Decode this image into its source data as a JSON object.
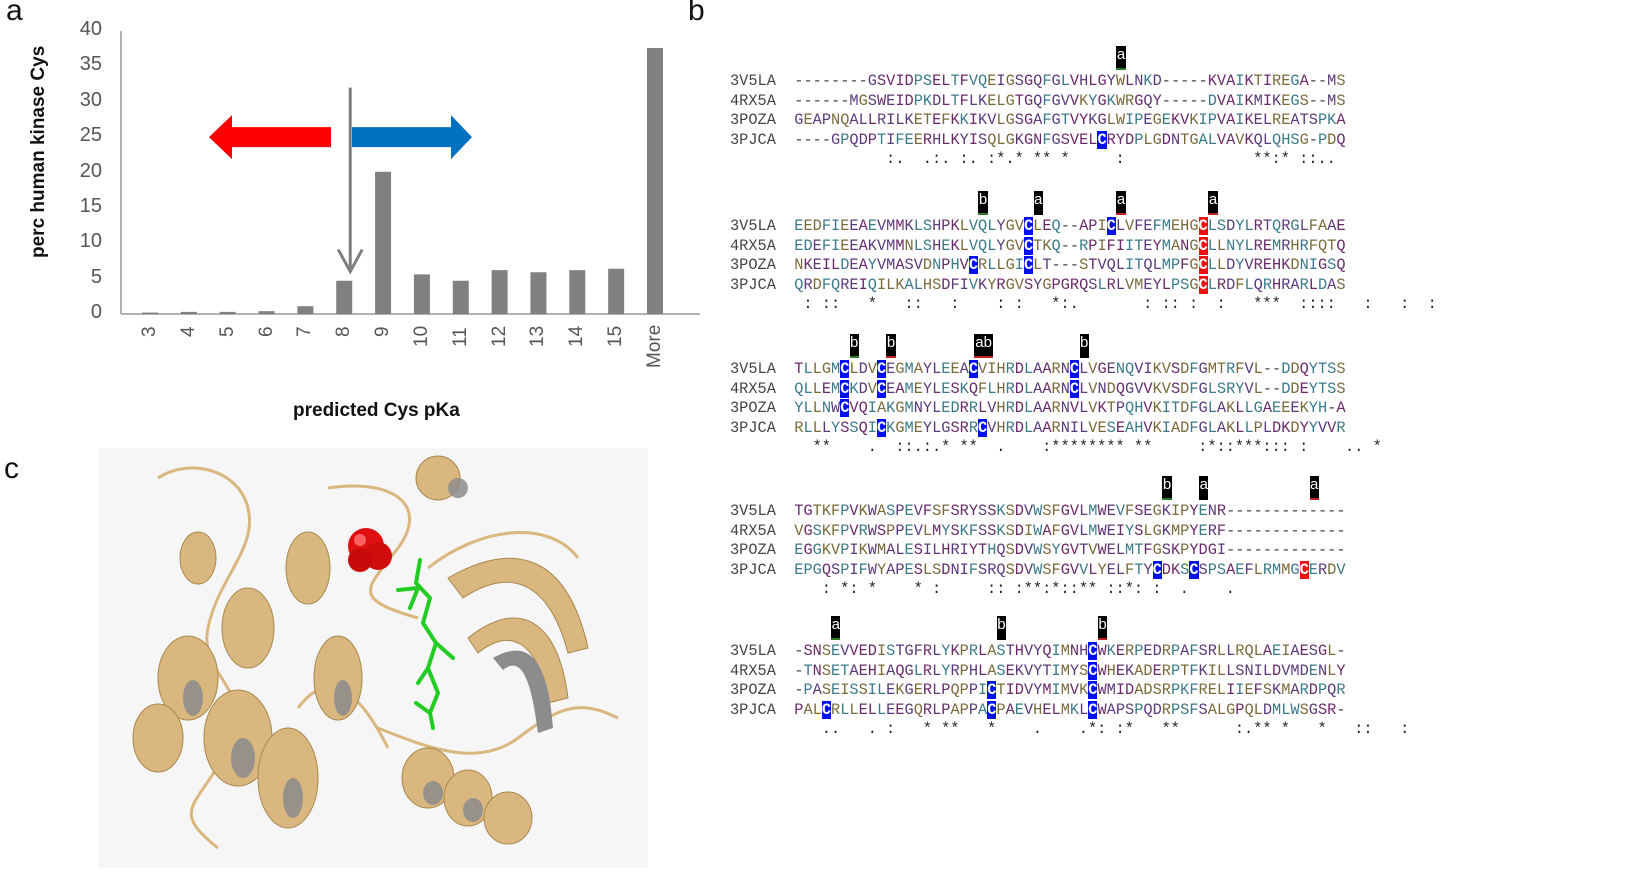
{
  "panels": {
    "a": "a",
    "b": "b",
    "c": "c"
  },
  "chart_data": {
    "type": "bar",
    "title": "",
    "xlabel": "predicted Cys pKa",
    "ylabel": "perc human kinase Cys",
    "categories": [
      "3",
      "4",
      "5",
      "6",
      "7",
      "8",
      "9",
      "10",
      "11",
      "12",
      "13",
      "14",
      "15",
      "More"
    ],
    "values": [
      0.2,
      0.3,
      0.3,
      0.4,
      1.1,
      4.7,
      20.1,
      5.6,
      4.7,
      6.2,
      5.9,
      6.2,
      6.4,
      37.6
    ],
    "ylim": [
      0,
      40
    ],
    "yticks": [
      0,
      5,
      10,
      15,
      20,
      25,
      30,
      35,
      40
    ],
    "grid": false,
    "bar_color": "#808080",
    "annotations": [
      {
        "type": "vertical-arrow",
        "x": "8",
        "from_y": 32,
        "to_y": 6,
        "color": "#808080"
      },
      {
        "type": "left-arrow",
        "color": "#ff0000",
        "y": 25,
        "x_range": [
          "5.5",
          "7.5"
        ]
      },
      {
        "type": "right-arrow",
        "color": "#0070c0",
        "y": 25,
        "x_range": [
          "8.5",
          "10.5"
        ]
      }
    ]
  },
  "alignment": {
    "blocks": [
      {
        "rows": [
          {
            "name": "3V5LA",
            "seq": "--------GSVIDPSELTFVQEIGSGQFGLVHLGYWLNKD-----KVAIKTIREGA--MS"
          },
          {
            "name": "4RX5A",
            "seq": "------MGSWEIDPKDLTFLKELGTGQFGVVKYGKWRGQY-----DVAIKMIKEGS--MS"
          },
          {
            "name": "3POZA",
            "seq": "GEAPNQALLRILKETEFKKIKVLGSGAFGTVYKGLWIPEGEKVKIPVAIKELREATSPKA"
          },
          {
            "name": "3PJCA",
            "seq": "----GPQDPTIFEERHLKYISQLGKGNFGSVELCRYDPLGDNTGALVAVKQLQHSG-PDQ"
          }
        ],
        "conservation": "         :.  .:. :. :*.* ** *     :              **:* ::..",
        "marks": [
          {
            "col": 34,
            "label": "a",
            "under": "green"
          }
        ],
        "highlights": [
          {
            "row": 3,
            "col": 33,
            "color": "blue"
          }
        ]
      },
      {
        "rows": [
          {
            "name": "3V5LA",
            "seq": "EEDFIEEAEVMMKLSHPKLVQLYGVCLEQ--APICLVFEFMEHGCLSDYLRTQRGLFAAE"
          },
          {
            "name": "4RX5A",
            "seq": "EDEFIEEAKVMMNLSHEKLVQLYGVCTKQ--RPIFIITEYMANGCLLNYLREMRHRFQTQ"
          },
          {
            "name": "3POZA",
            "seq": "NKEILDEAYVMASVDNPHVCRLLGICLT---STVQLITQLMPFGCLLDYVREHKDNIGSQ"
          },
          {
            "name": "3PJCA",
            "seq": "QRDFQREIQILKALHSDFIVKYRGVSYGPGRQSLRLVMEYLPSGCLRDFLQRHRARLDAS"
          }
        ],
        "conservation": ": ::   *   ::   :    : :   *:.       : :: :  :   ***  ::::   :   :  :",
        "marks": [
          {
            "col": 19,
            "label": "b",
            "under": "green"
          },
          {
            "col": 25,
            "label": "a",
            "under": "none"
          },
          {
            "col": 34,
            "label": "a",
            "under": "red"
          },
          {
            "col": 44,
            "label": "a",
            "under": "red"
          }
        ],
        "highlights": [
          {
            "row": 0,
            "col": 25,
            "color": "blue"
          },
          {
            "row": 1,
            "col": 25,
            "color": "blue"
          },
          {
            "row": 2,
            "col": 25,
            "color": "blue"
          },
          {
            "row": 2,
            "col": 19,
            "color": "blue"
          },
          {
            "row": 0,
            "col": 34,
            "color": "blue"
          },
          {
            "row": 0,
            "col": 44,
            "color": "red"
          },
          {
            "row": 1,
            "col": 44,
            "color": "red"
          },
          {
            "row": 2,
            "col": 44,
            "color": "red"
          },
          {
            "row": 3,
            "col": 44,
            "color": "red"
          }
        ]
      },
      {
        "rows": [
          {
            "name": "3V5LA",
            "seq": "TLLGMCLDVCEGMAYLEEACVIHRDLAARNCLVGENQVIKVSDFGMTRFVL--DDQYTSS"
          },
          {
            "name": "4RX5A",
            "seq": "QLLEMCKDVCEAMEYLESKQFLHRDLAARNCLVNDQGVVKVSDFGLSRYVL--DDEYTSS"
          },
          {
            "name": "3POZA",
            "seq": "YLLNWCVQIAKGMNYLEDRRLVHRDLAARNVLVKTPQHVKITDFGLAKLLGAEEEKYH-A"
          },
          {
            "name": "3PJCA",
            "seq": "RLLLYSSQICKGMEYLGSRRCVHRDLAARNILVESEAHVKIADFGLAKLLPLDKDYYVVR"
          }
        ],
        "conservation": " **    .  ::.:.* **  .    :******** **     :*::***::: :    .. *",
        "marks": [
          {
            "col": 5,
            "label": "b",
            "under": "green"
          },
          {
            "col": 9,
            "label": "b",
            "under": "red"
          },
          {
            "col": 19,
            "label": "ab",
            "under": "red"
          },
          {
            "col": 30,
            "label": "b",
            "under": "none"
          }
        ],
        "highlights": [
          {
            "row": 0,
            "col": 5,
            "color": "blue"
          },
          {
            "row": 1,
            "col": 5,
            "color": "blue"
          },
          {
            "row": 2,
            "col": 5,
            "color": "blue"
          },
          {
            "row": 0,
            "col": 9,
            "color": "blue"
          },
          {
            "row": 1,
            "col": 9,
            "color": "blue"
          },
          {
            "row": 3,
            "col": 9,
            "color": "blue"
          },
          {
            "row": 0,
            "col": 19,
            "color": "blue"
          },
          {
            "row": 3,
            "col": 20,
            "color": "blue"
          },
          {
            "row": 0,
            "col": 30,
            "color": "blue"
          },
          {
            "row": 1,
            "col": 30,
            "color": "blue"
          }
        ]
      },
      {
        "rows": [
          {
            "name": "3V5LA",
            "seq": "TGTKFPVKWASPEVFSFSRYSSKSDVWSFGVLMWEVFSEGKIPYENR-------------"
          },
          {
            "name": "4RX5A",
            "seq": "VGSKFPVRWSPPEVLMYSKFSSKSDIWAFGVLMWEIYSLGKMPYERF-------------"
          },
          {
            "name": "3POZA",
            "seq": "EGGKVPIKWMALESILHRIYTHQSDVWSYGVTVWELMTFGSKPYDGI-------------"
          },
          {
            "name": "3PJCA",
            "seq": "EPGQSPIFWYAPESLSDNIFSRQSDVWSFGVVLYELFTYCDKSCSPSAEFLRMMGCERDV"
          }
        ],
        "conservation": "  : *: *    * :     :: :**:*::** ::*: :  .    .",
        "marks": [
          {
            "col": 39,
            "label": "b",
            "under": "green"
          },
          {
            "col": 43,
            "label": "a",
            "under": "none"
          },
          {
            "col": 55,
            "label": "a",
            "under": "red"
          }
        ],
        "highlights": [
          {
            "row": 3,
            "col": 39,
            "color": "blue"
          },
          {
            "row": 3,
            "col": 43,
            "color": "blue"
          },
          {
            "row": 3,
            "col": 55,
            "color": "red"
          }
        ]
      },
      {
        "rows": [
          {
            "name": "3V5LA",
            "seq": "-SNSEVVEDISTGFRLYKPRLASTHVYQIMNHCWKERPEDRPAFSRLLRQLAEIAESGL-"
          },
          {
            "name": "4RX5A",
            "seq": "-TNSETAEHIAQGLRLYRPHLASEKVYTIMYSCWHEKADERPTFKILLSNILDVMDENLY"
          },
          {
            "name": "3POZA",
            "seq": "-PASEISSILEKGERLPQPPICTIDVYMIMVKCWMIDADSRPKFRELIIEFSKMARDPQR"
          },
          {
            "name": "3PJCA",
            "seq": "PALCRLLELLEEGQRLPAPPACPAEVHELMKLCWAPSPQDRPSFSALGPQLDMLWSGSR-"
          }
        ],
        "conservation": "  ..   . :   * **   *    .    .*: :*   **      :.** *   *   ::   :",
        "marks": [
          {
            "col": 3,
            "label": "a",
            "under": "green"
          },
          {
            "col": 21,
            "label": "b",
            "under": "none"
          },
          {
            "col": 32,
            "label": "b",
            "under": "red"
          }
        ],
        "highlights": [
          {
            "row": 3,
            "col": 3,
            "color": "blue"
          },
          {
            "row": 2,
            "col": 21,
            "color": "blue"
          },
          {
            "row": 3,
            "col": 21,
            "color": "blue"
          },
          {
            "row": 0,
            "col": 32,
            "color": "blue"
          },
          {
            "row": 1,
            "col": 32,
            "color": "blue"
          },
          {
            "row": 2,
            "col": 32,
            "color": "blue"
          },
          {
            "row": 3,
            "col": 32,
            "color": "blue"
          }
        ]
      }
    ]
  },
  "structure": {
    "description": "kinase domain ribbon structure",
    "ribbon_color": "#d9b77e",
    "ribbon_shade": "#8c8c8c",
    "cysteine_sphere_color": "#e01010",
    "ligand_color": "#22cc22",
    "background": "#f6f6f6"
  }
}
